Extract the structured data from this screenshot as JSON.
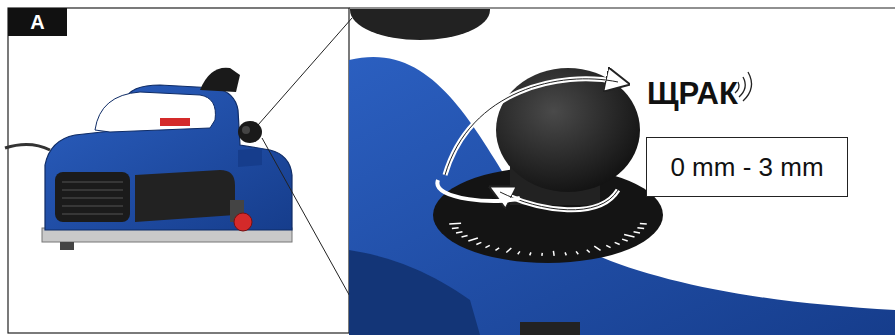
{
  "diagram": {
    "nodes": [
      {
        "text": [
          "A"
        ]
      },
      {
        "text": [
          "0 mm - 3 mm"
        ]
      }
    ],
    "labels": [
      "ЩРАК"
    ]
  }
}
